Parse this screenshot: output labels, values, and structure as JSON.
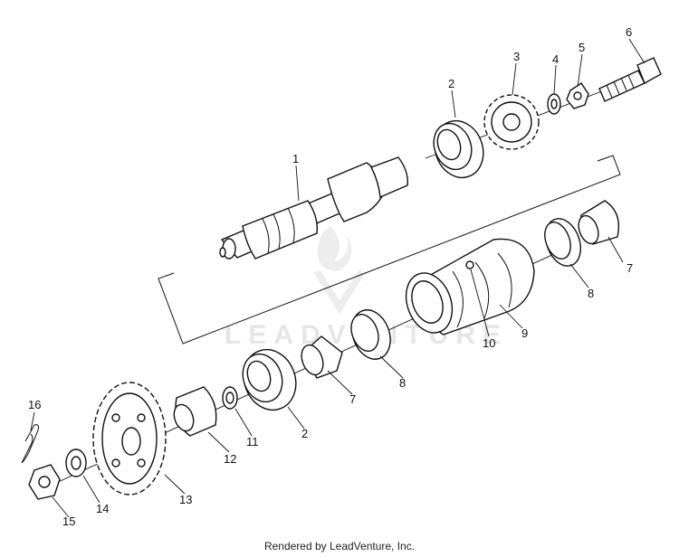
{
  "diagram": {
    "callouts": [
      {
        "id": "c1",
        "label": "1"
      },
      {
        "id": "c2a",
        "label": "2"
      },
      {
        "id": "c3",
        "label": "3"
      },
      {
        "id": "c4",
        "label": "4"
      },
      {
        "id": "c5",
        "label": "5"
      },
      {
        "id": "c6",
        "label": "6"
      },
      {
        "id": "c7a",
        "label": "7"
      },
      {
        "id": "c8a",
        "label": "8"
      },
      {
        "id": "c9",
        "label": "9"
      },
      {
        "id": "c10",
        "label": "10"
      },
      {
        "id": "c8b",
        "label": "8"
      },
      {
        "id": "c7b",
        "label": "7"
      },
      {
        "id": "c2b",
        "label": "2"
      },
      {
        "id": "c11",
        "label": "11"
      },
      {
        "id": "c12",
        "label": "12"
      },
      {
        "id": "c13",
        "label": "13"
      },
      {
        "id": "c14",
        "label": "14"
      },
      {
        "id": "c15",
        "label": "15"
      },
      {
        "id": "c16",
        "label": "16"
      }
    ],
    "watermark": "LEADVENTURE"
  },
  "footer": {
    "text": "Rendered by LeadVenture, Inc."
  }
}
